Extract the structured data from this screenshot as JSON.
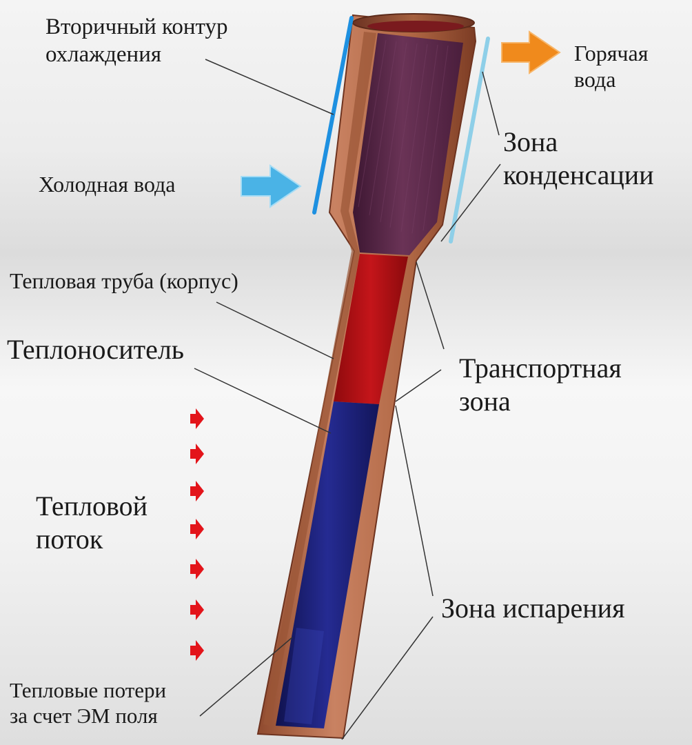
{
  "labels": {
    "secondary_loop": [
      "Вторичный контур",
      "охлаждения"
    ],
    "hot_water": [
      "Горячая",
      "вода"
    ],
    "cold_water": "Холодная вода",
    "condensation_zone": [
      "Зона",
      "конденсации"
    ],
    "pipe_body": "Тепловая труба (корпус)",
    "coolant": "Теплоноситель",
    "transport_zone": [
      "Транспортная",
      "зона"
    ],
    "heat_flux": [
      "Тепловой",
      "поток"
    ],
    "evaporation_zone": "Зона испарения",
    "em_losses": [
      "Тепловые потери",
      "за счет ЭМ поля"
    ]
  },
  "colors": {
    "copper": "#b86f4f",
    "copper_dark": "#7a3b24",
    "vapor_chamber": "#5b2a48",
    "coolant_hot": "#b30f12",
    "coolant_cold": "#1b1f78",
    "cooling_line_left": "#1e90e0",
    "cooling_line_right": "#8ecfe8",
    "cold_arrow": "#4ab3e6",
    "hot_arrow": "#f08a1c",
    "heat_arrow": "#e3141a",
    "leader_line": "#333333"
  }
}
